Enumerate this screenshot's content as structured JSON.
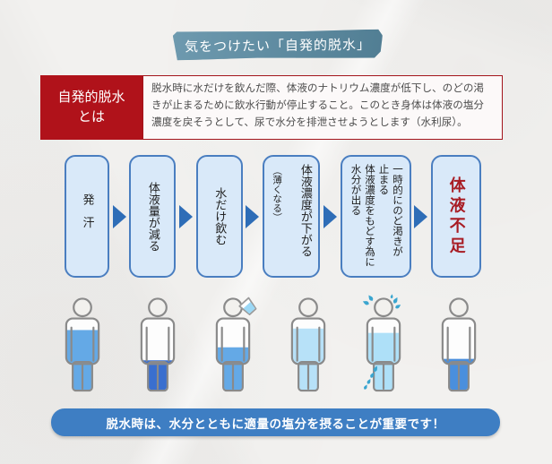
{
  "page": {
    "title": "気をつけたい「自発的脱水」"
  },
  "definition": {
    "heading_line1": "自発的脱水",
    "heading_line2": "とは",
    "body": "脱水時に水だけを飲んだ際、体液のナトリウム濃度が低下し、のどの渇きが止まるために飲水行動が停止すること。このとき身体は体液の塩分濃度を戻そうとして、尿で水分を排泄させようとします（水利尿）。"
  },
  "flow": {
    "step1": "発汗",
    "step2": "体液量が減る",
    "step3": "水だけ飲む",
    "step4_main": "体液濃度が下がる",
    "step4_sub": "（薄くなる）",
    "step5": "一時的にのど渇きが\n止まる\n体液濃度をもどす為に\n水分が出る",
    "step6": "体液不足"
  },
  "figures": [
    {
      "name": "sweating-person",
      "fill_percent": 84,
      "water_color": "#64a9e6"
    },
    {
      "name": "reduced-fluid-person",
      "fill_percent": 42,
      "water_color": "#3a6fcf"
    },
    {
      "name": "drinking-water-person",
      "fill_percent": 60,
      "water_color": "#64a9e6",
      "accessory": "cup"
    },
    {
      "name": "diluted-fluid-person",
      "fill_percent": 86,
      "water_color": "#b7e1f8"
    },
    {
      "name": "urinating-person",
      "fill_percent": 80,
      "water_color": "#aee0f8",
      "accessory": "droplets"
    },
    {
      "name": "fluid-deficit-person",
      "fill_percent": 44,
      "water_color": "#4a8fdd"
    }
  ],
  "footer": {
    "message": "脱水時は、水分とともに適量の塩分を摂ることが重要です！"
  },
  "colors": {
    "header_bg": "#5a8ca4",
    "accent_red": "#b0121a",
    "panel_border": "#a3151c",
    "panel_bg": "#fcf9f9",
    "box_fill": "#d9e9f9",
    "box_border": "#4a7ec0",
    "arrow": "#2e6db7",
    "emphasis_text": "#a81c24",
    "footer_bg": "#3e7ec3",
    "droplet": "#3aa5cf",
    "cup_water": "#9bd8f6",
    "figure_outline": "#8a8a8a"
  }
}
